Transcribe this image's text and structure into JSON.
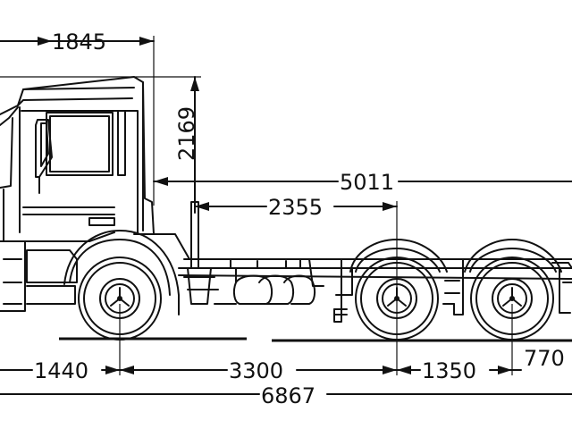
{
  "dimensions": {
    "front_overhang_top": "1845",
    "cab_height": "2169",
    "rear_length": "5011",
    "fifth_wheel_offset": "2355",
    "front_overhang": "1440",
    "wheelbase_front": "3300",
    "tandem_spacing": "1350",
    "rear_overhang": "770",
    "overall_length": "6867"
  }
}
